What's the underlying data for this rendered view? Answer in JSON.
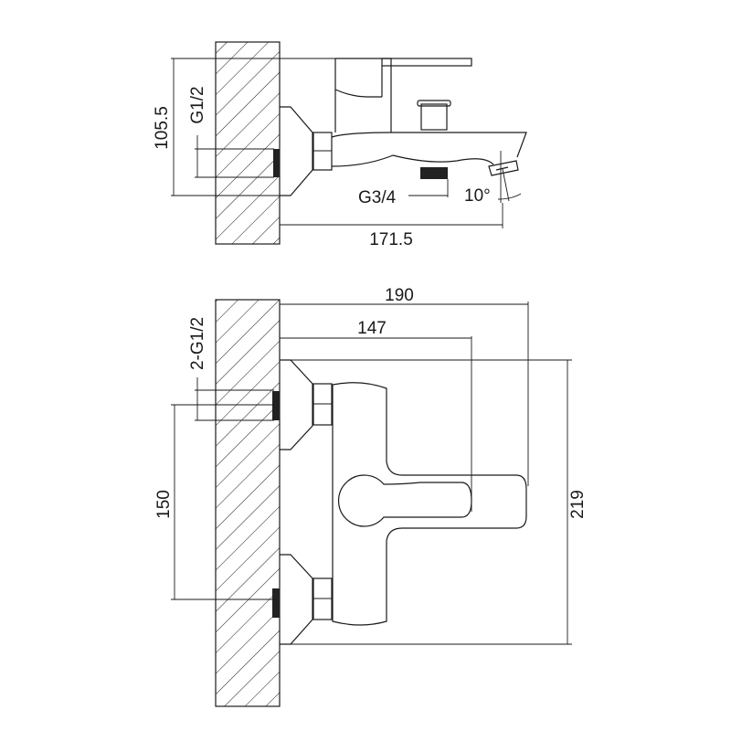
{
  "side_view": {
    "dim_height": "105.5",
    "inlet_thread": "G1/2",
    "outlet_thread": "G3/4",
    "spout_angle": "10°",
    "dim_projection": "171.5"
  },
  "front_view": {
    "dim_overall_depth": "190",
    "dim_handle_depth": "147",
    "inlet_thread": "2-G1/2",
    "dim_centers": "150",
    "dim_height": "219"
  },
  "colors": {
    "line": "#1a1a1a",
    "background": "#ffffff"
  }
}
